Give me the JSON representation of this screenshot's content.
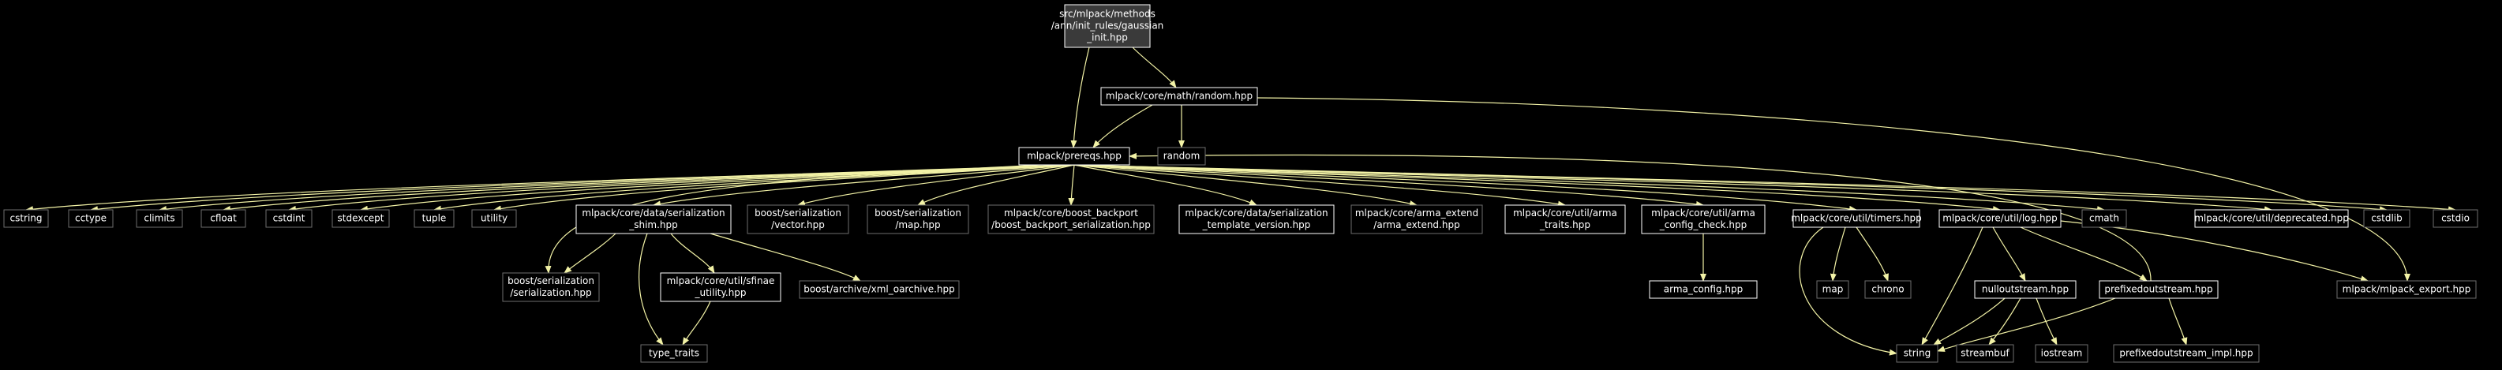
{
  "colors": {
    "background": "#000000",
    "node_text": "#ffffff",
    "root_fill": "#3a3a3a",
    "node_border_bright": "#ffffff",
    "node_border_dim": "#6e6e6e",
    "edge": "#f2f2a6"
  },
  "diagram": {
    "nodes": [
      {
        "id": "root",
        "lines": [
          "src/mlpack/methods",
          "/ann/init_rules/gaussian",
          "_init.hpp"
        ]
      },
      {
        "id": "random_hpp",
        "lines": [
          "mlpack/core/math/random.hpp"
        ]
      },
      {
        "id": "prereqs",
        "lines": [
          "mlpack/prereqs.hpp"
        ]
      },
      {
        "id": "random",
        "lines": [
          "random"
        ]
      },
      {
        "id": "cstring",
        "lines": [
          "cstring"
        ]
      },
      {
        "id": "cctype",
        "lines": [
          "cctype"
        ]
      },
      {
        "id": "climits",
        "lines": [
          "climits"
        ]
      },
      {
        "id": "cfloat",
        "lines": [
          "cfloat"
        ]
      },
      {
        "id": "cstdint",
        "lines": [
          "cstdint"
        ]
      },
      {
        "id": "stdexcept",
        "lines": [
          "stdexcept"
        ]
      },
      {
        "id": "tuple",
        "lines": [
          "tuple"
        ]
      },
      {
        "id": "utility",
        "lines": [
          "utility"
        ]
      },
      {
        "id": "shim",
        "lines": [
          "mlpack/core/data/serialization",
          "_shim.hpp"
        ]
      },
      {
        "id": "bvector",
        "lines": [
          "boost/serialization",
          "/vector.hpp"
        ]
      },
      {
        "id": "bmap",
        "lines": [
          "boost/serialization",
          "/map.hpp"
        ]
      },
      {
        "id": "bbackport",
        "lines": [
          "mlpack/core/boost_backport",
          "/boost_backport_serialization.hpp"
        ]
      },
      {
        "id": "tmplver",
        "lines": [
          "mlpack/core/data/serialization",
          "_template_version.hpp"
        ]
      },
      {
        "id": "armaext",
        "lines": [
          "mlpack/core/arma_extend",
          "/arma_extend.hpp"
        ]
      },
      {
        "id": "armatraits",
        "lines": [
          "mlpack/core/util/arma",
          "_traits.hpp"
        ]
      },
      {
        "id": "armacfg",
        "lines": [
          "mlpack/core/util/arma",
          "_config_check.hpp"
        ]
      },
      {
        "id": "timers",
        "lines": [
          "mlpack/core/util/timers.hpp"
        ]
      },
      {
        "id": "log",
        "lines": [
          "mlpack/core/util/log.hpp"
        ]
      },
      {
        "id": "cmath",
        "lines": [
          "cmath"
        ]
      },
      {
        "id": "deprecated",
        "lines": [
          "mlpack/core/util/deprecated.hpp"
        ]
      },
      {
        "id": "cstdlib",
        "lines": [
          "cstdlib"
        ]
      },
      {
        "id": "cstdio",
        "lines": [
          "cstdio"
        ]
      },
      {
        "id": "bserial",
        "lines": [
          "boost/serialization",
          "/serialization.hpp"
        ]
      },
      {
        "id": "sfinae",
        "lines": [
          "mlpack/core/util/sfinae",
          "_utility.hpp"
        ]
      },
      {
        "id": "xmlarch",
        "lines": [
          "boost/archive/xml_oarchive.hpp"
        ]
      },
      {
        "id": "typetraits",
        "lines": [
          "type_traits"
        ]
      },
      {
        "id": "armaconfig",
        "lines": [
          "arma_config.hpp"
        ]
      },
      {
        "id": "map",
        "lines": [
          "map"
        ]
      },
      {
        "id": "chrono",
        "lines": [
          "chrono"
        ]
      },
      {
        "id": "nullout",
        "lines": [
          "nulloutstream.hpp"
        ]
      },
      {
        "id": "prefixout",
        "lines": [
          "prefixedoutstream.hpp"
        ]
      },
      {
        "id": "mlexport",
        "lines": [
          "mlpack/mlpack_export.hpp"
        ]
      },
      {
        "id": "string",
        "lines": [
          "string"
        ]
      },
      {
        "id": "streambuf",
        "lines": [
          "streambuf"
        ]
      },
      {
        "id": "iostream",
        "lines": [
          "iostream"
        ]
      },
      {
        "id": "prefiximpl",
        "lines": [
          "prefixedoutstream_impl.hpp"
        ]
      }
    ]
  }
}
